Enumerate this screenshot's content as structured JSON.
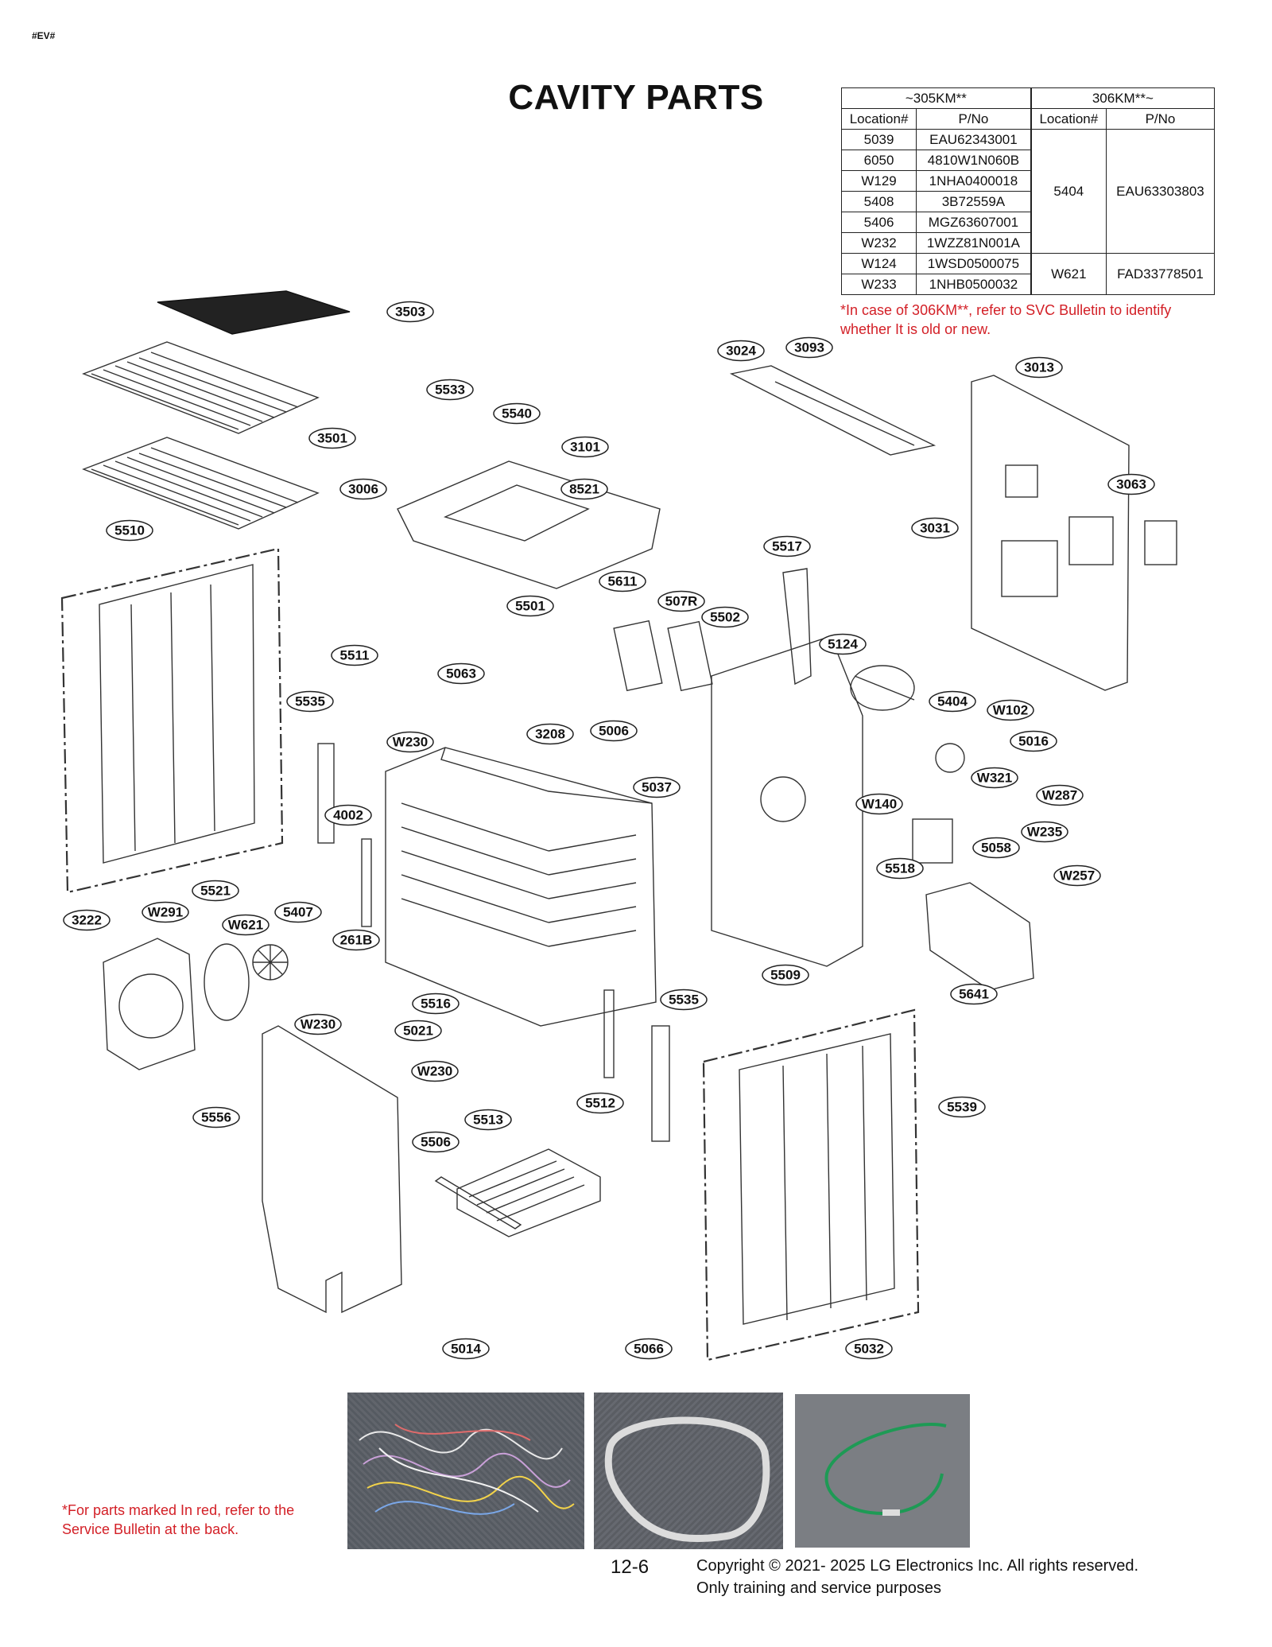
{
  "header": {
    "code": "#EV#",
    "title": "CAVITY PARTS"
  },
  "table": {
    "group_left": "~305KM**",
    "group_right": "306KM**~",
    "col_location": "Location#",
    "col_pno": "P/No",
    "left_rows": [
      {
        "loc": "5039",
        "pno": "EAU62343001"
      },
      {
        "loc": "6050",
        "pno": "4810W1N060B"
      },
      {
        "loc": "W129",
        "pno": "1NHA0400018"
      },
      {
        "loc": "5408",
        "pno": "3B72559A"
      },
      {
        "loc": "5406",
        "pno": "MGZ63607001"
      },
      {
        "loc": "W232",
        "pno": "1WZZ81N001A"
      },
      {
        "loc": "W124",
        "pno": "1WSD0500075"
      },
      {
        "loc": "W233",
        "pno": "1NHB0500032"
      }
    ],
    "right_rows": [
      {
        "loc": "5404",
        "pno": "EAU63303803"
      },
      {
        "loc": "W621",
        "pno": "FAD33778501"
      }
    ]
  },
  "notes": {
    "top": "*In case of 306KM**, refer to SVC Bulletin to identify whether It is old or new.",
    "bottom": "*For parts marked In red, refer to the Service Bulletin at the back."
  },
  "callouts": [
    "3503",
    "3501",
    "5533",
    "5540",
    "3101",
    "3006",
    "8521",
    "3024",
    "3093",
    "3013",
    "3063",
    "3031",
    "5510",
    "5517",
    "5611",
    "507R",
    "5501",
    "5502",
    "5124",
    "5511",
    "5063",
    "5535",
    "W230",
    "3208",
    "5006",
    "5404",
    "W102",
    "5016",
    "5037",
    "W321",
    "W287",
    "W140",
    "W235",
    "4002",
    "5058",
    "5518",
    "W257",
    "5521",
    "3222",
    "W291",
    "W621",
    "5407",
    "261B",
    "5509",
    "5641",
    "5516",
    "5535",
    "W230",
    "5021",
    "W230",
    "5512",
    "5539",
    "5556",
    "5513",
    "5506",
    "5014",
    "5066",
    "5032"
  ],
  "footer": {
    "page": "12-6",
    "copyright_line1": "Copyright © 2021- 2025 LG Electronics Inc. All rights reserved.",
    "copyright_line2": "Only training and service purposes"
  },
  "colors": {
    "note_red": "#d32027",
    "callout_fill": "#ffffff",
    "line": "#333333"
  }
}
